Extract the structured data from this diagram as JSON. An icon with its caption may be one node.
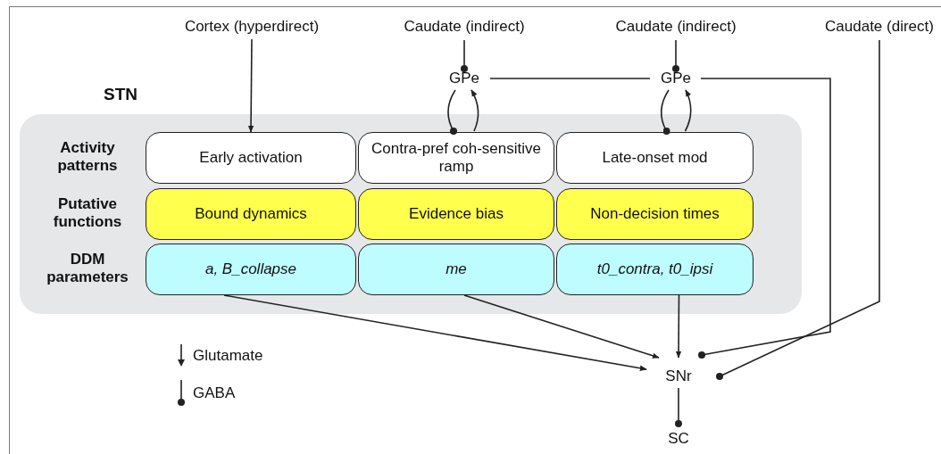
{
  "diagram": {
    "nodes": [
      {
        "text": [
          "Cortex (hyperdirect)"
        ]
      },
      {
        "text": [
          "Caudate (indirect)"
        ]
      },
      {
        "text": [
          "Caudate (indirect)"
        ]
      },
      {
        "text": [
          "Caudate (direct)"
        ]
      },
      {
        "text": [
          "GPe"
        ]
      },
      {
        "text": [
          "GPe"
        ]
      },
      {
        "text": [
          "STN"
        ]
      },
      {
        "text": [
          "Early activation"
        ],
        "in": 6
      },
      {
        "text": [
          "Contra-pref coh-sensitive ramp"
        ],
        "in": 6
      },
      {
        "text": [
          "Late-onset mod"
        ],
        "in": 6
      },
      {
        "text": [
          "Bound dynamics"
        ],
        "in": 6
      },
      {
        "text": [
          "Evidence bias"
        ],
        "in": 6
      },
      {
        "text": [
          "Non-decision times"
        ],
        "in": 6
      },
      {
        "text": [
          "a, B_collapse"
        ],
        "in": 6
      },
      {
        "text": [
          "me"
        ],
        "in": 6
      },
      {
        "text": [
          "t0_contra, t0_ipsi"
        ],
        "in": 6
      },
      {
        "text": [
          "SNr"
        ]
      },
      {
        "text": [
          "SC"
        ]
      }
    ],
    "edges": [
      {
        "from": 0,
        "to": 7,
        "arrow": "to"
      },
      {
        "from": 1,
        "to": 4,
        "arrow": "other"
      },
      {
        "from": 2,
        "to": 5,
        "arrow": "other"
      },
      {
        "from": 8,
        "to": 4,
        "arrow": "to"
      },
      {
        "from": 4,
        "to": 8,
        "arrow": "other"
      },
      {
        "from": 9,
        "to": 5,
        "arrow": "to"
      },
      {
        "from": 5,
        "to": 9,
        "arrow": "other"
      },
      {
        "from": 4,
        "to": 5,
        "arrow": "none"
      },
      {
        "from": 5,
        "to": 16,
        "arrow": "other"
      },
      {
        "from": 3,
        "to": 16,
        "arrow": "other"
      },
      {
        "from": 13,
        "to": 16,
        "arrow": "to"
      },
      {
        "from": 14,
        "to": 16,
        "arrow": "to"
      },
      {
        "from": 15,
        "to": 16,
        "arrow": "to"
      },
      {
        "from": 16,
        "to": 17,
        "arrow": "other"
      }
    ],
    "labels": [
      "Activity patterns",
      "Putative functions",
      "DDM parameters"
    ],
    "legend": [
      {
        "text": "Glutamate"
      },
      {
        "text": "GABA"
      }
    ]
  }
}
